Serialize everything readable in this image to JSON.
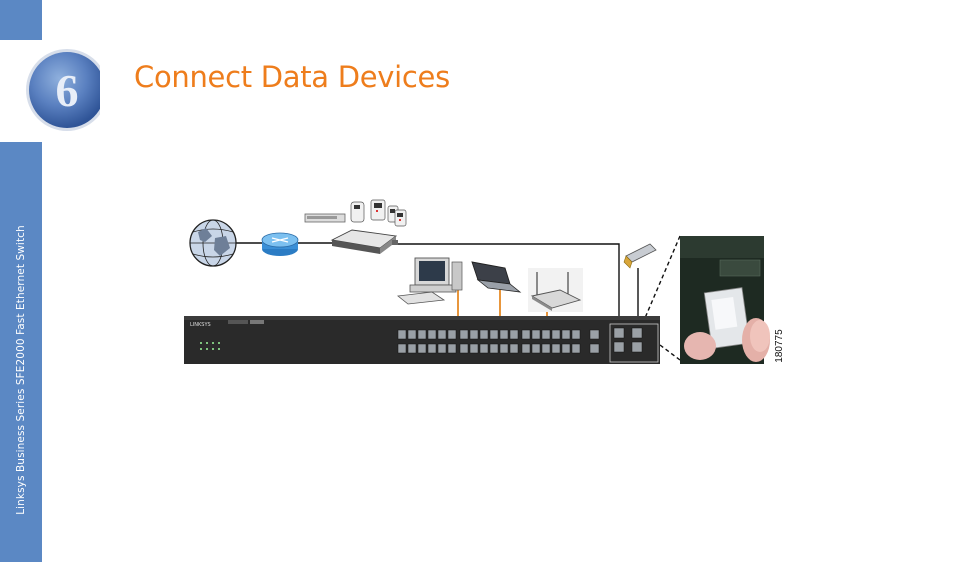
{
  "sidebar": {
    "text": "Linksys Business Series SFE2000 Fast Ethernet Switch"
  },
  "step": {
    "number": "6",
    "title": "Connect Data Devices"
  },
  "figure": {
    "id": "180775"
  },
  "colors": {
    "sidebar": "#5b88c4",
    "title": "#ee7d1c",
    "cable": "#e8963c",
    "badge": "#4a6eb0"
  }
}
